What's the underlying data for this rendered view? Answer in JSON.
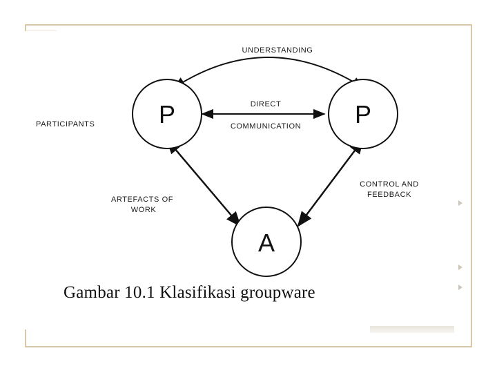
{
  "diagram": {
    "nodes": [
      {
        "id": "participant-left",
        "letter": "P"
      },
      {
        "id": "participant-right",
        "letter": "P"
      },
      {
        "id": "artefact",
        "letter": "A"
      }
    ],
    "labels": {
      "understanding": "UNDERSTANDING",
      "direct": "DIRECT",
      "communication": "COMMUNICATION",
      "participants": "PARTICIPANTS",
      "artefacts_line1": "ARTEFACTS OF",
      "artefacts_line2": "WORK",
      "control_line1": "CONTROL AND",
      "control_line2": "FEEDBACK"
    },
    "edges": [
      {
        "from": "participant-left",
        "to": "participant-right",
        "label": "UNDERSTANDING",
        "style": "curved"
      },
      {
        "from": "participant-left",
        "to": "participant-right",
        "label": "DIRECT COMMUNICATION",
        "style": "straight"
      },
      {
        "from": "participant-left",
        "to": "artefact",
        "label": "ARTEFACTS OF WORK",
        "style": "straight"
      },
      {
        "from": "participant-right",
        "to": "artefact",
        "label": "CONTROL AND FEEDBACK",
        "style": "straight"
      }
    ]
  },
  "caption": "Gambar 10.1 Klasifikasi groupware",
  "colors": {
    "frame": "#d8c7a8",
    "ink": "#111111"
  }
}
